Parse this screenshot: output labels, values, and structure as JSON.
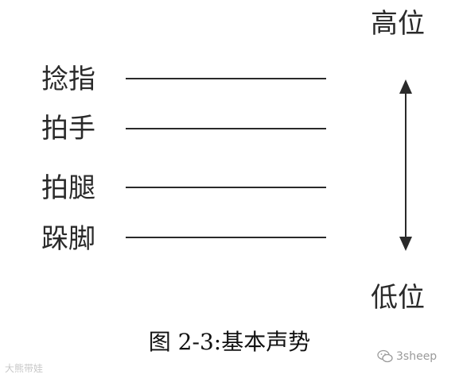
{
  "diagram": {
    "gestures": [
      {
        "label": "捻指"
      },
      {
        "label": "拍手"
      },
      {
        "label": "拍腿"
      },
      {
        "label": "跺脚"
      }
    ],
    "levels": {
      "high": "高位",
      "low": "低位"
    },
    "caption": "图 2-3:基本声势",
    "colors": {
      "line": "#2a2a2a",
      "text": "#2a2a2a"
    }
  },
  "watermark": {
    "left_text": "大熊带娃",
    "right_text": "3sheep",
    "icon": "wechat-icon"
  }
}
